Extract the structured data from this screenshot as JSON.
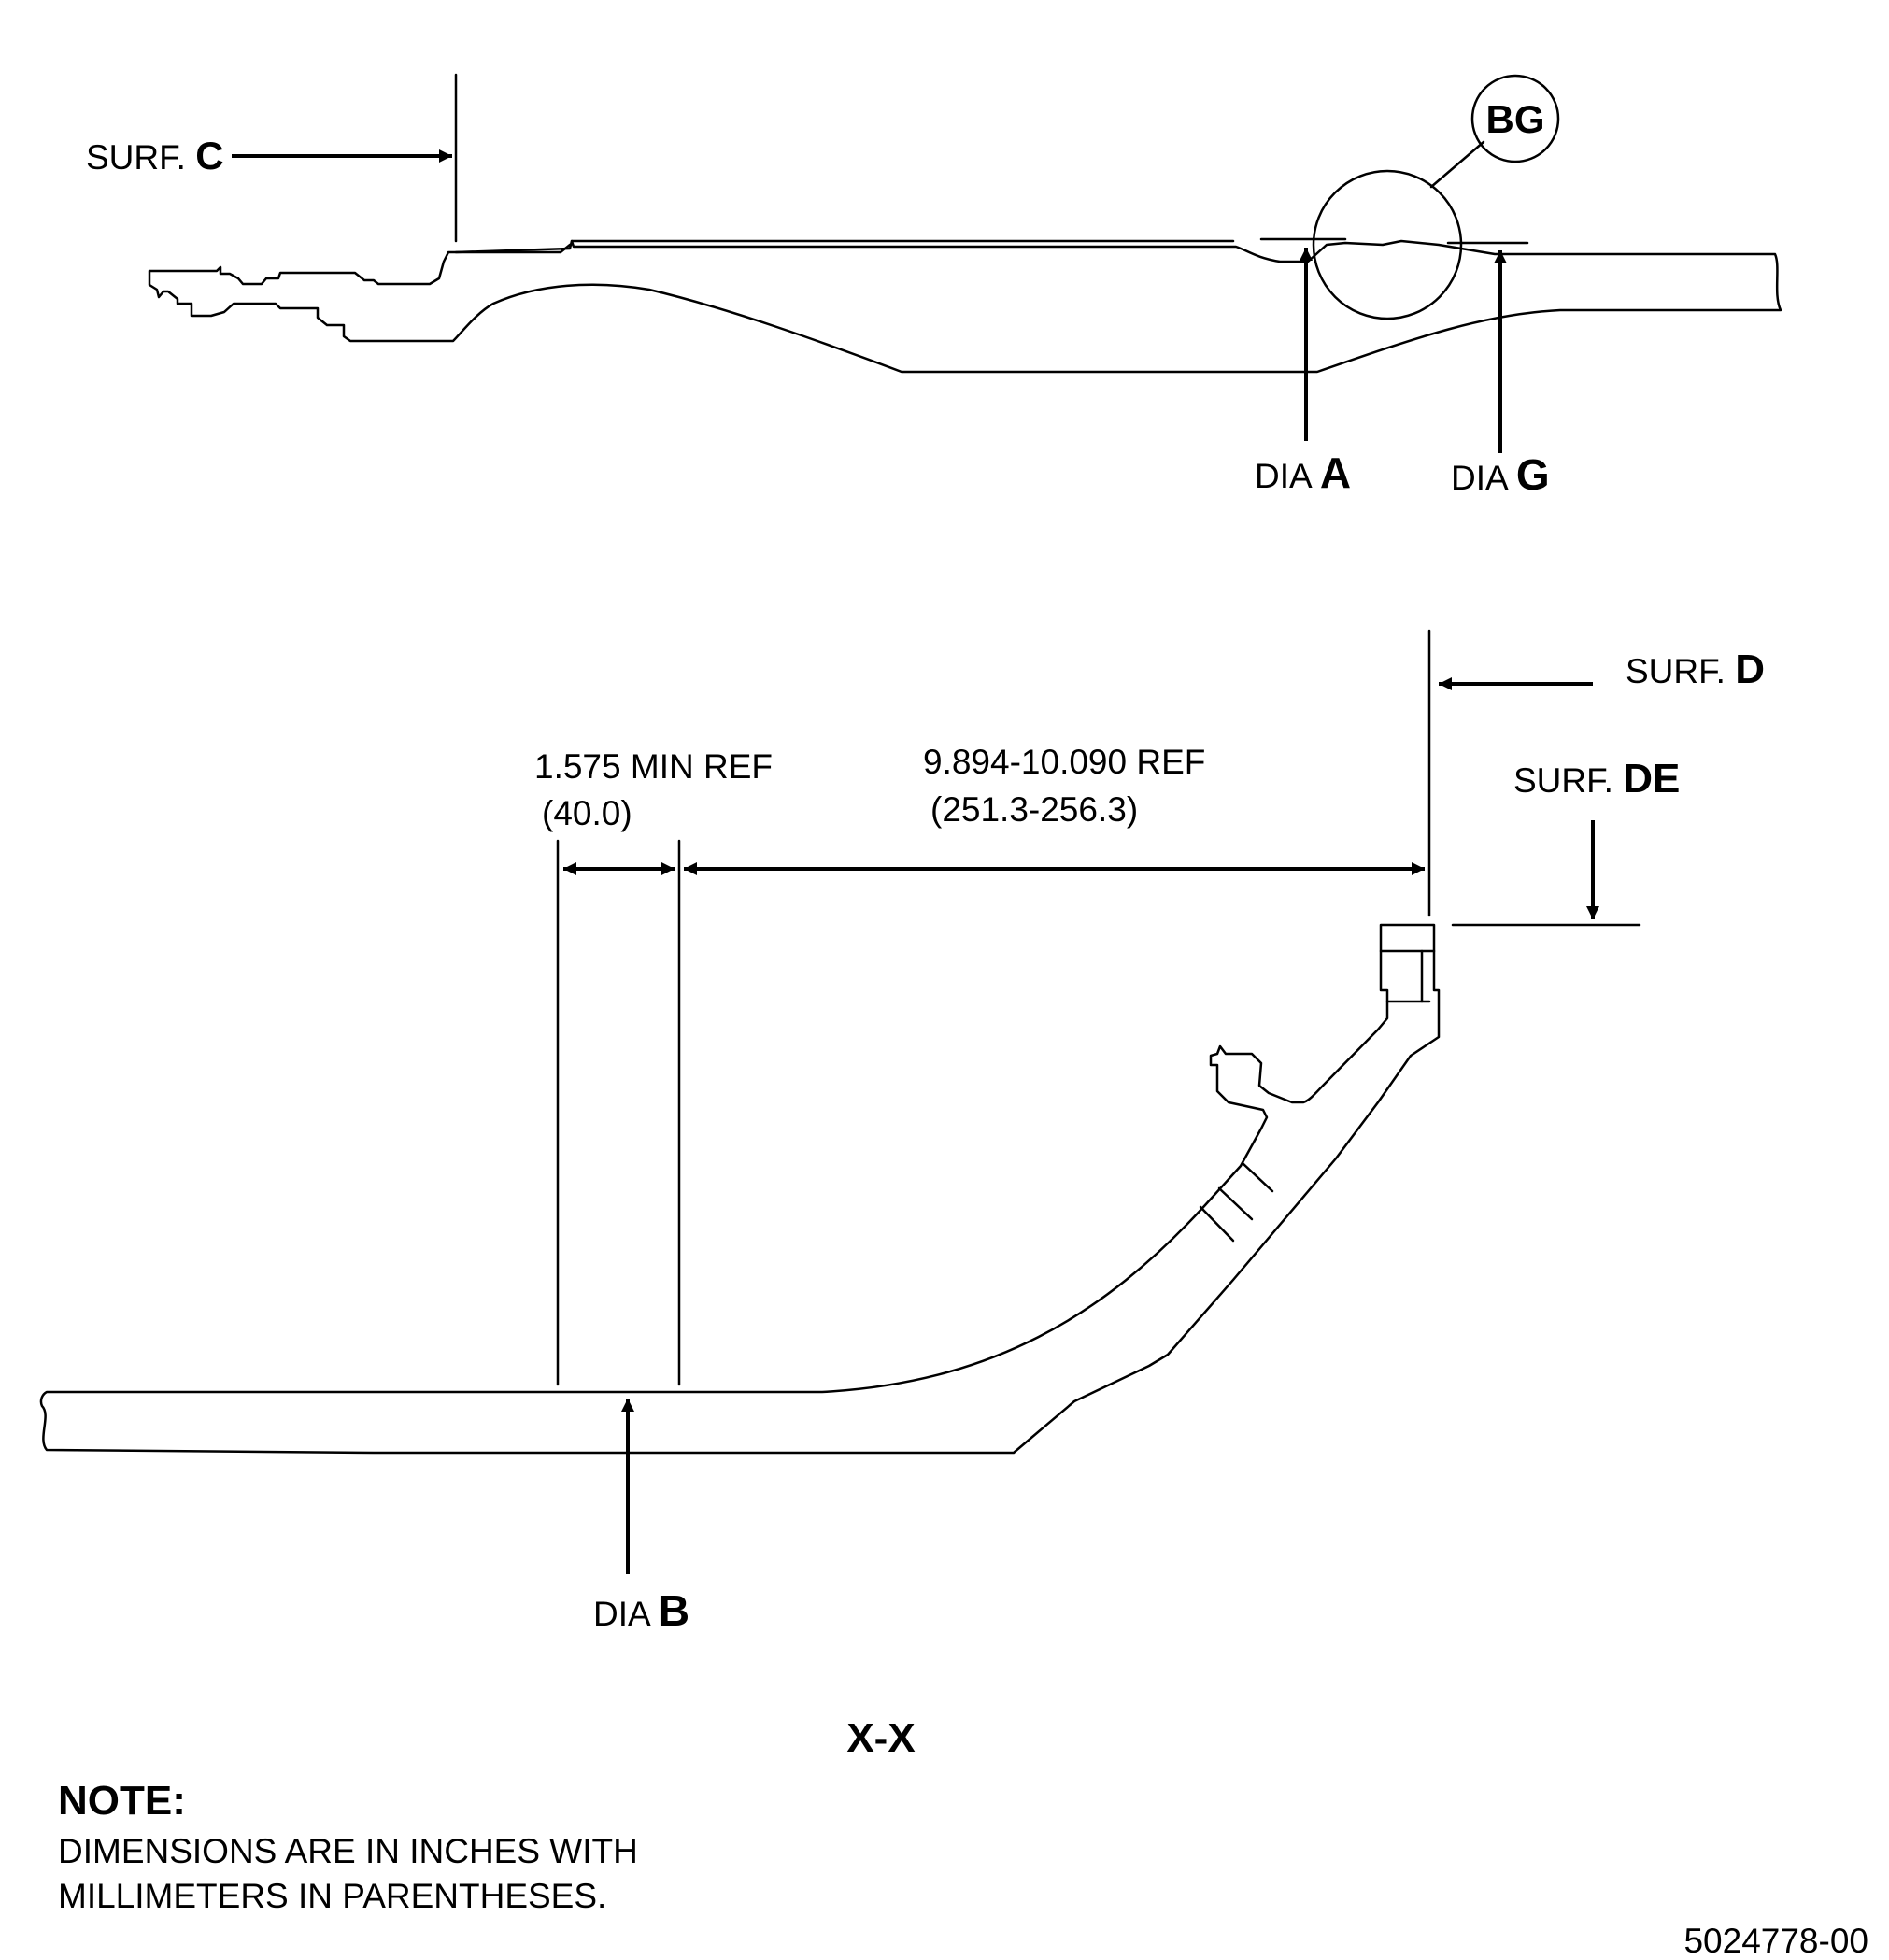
{
  "labels": {
    "surf_c_prefix": "SURF.",
    "surf_c_letter": "C",
    "detail_bubble": "BG",
    "dia_a_prefix": "DIA",
    "dia_a_letter": "A",
    "dia_g_prefix": "DIA",
    "dia_g_letter": "G",
    "surf_d_prefix": "SURF.",
    "surf_d_letter": "D",
    "surf_de_prefix": "SURF.",
    "surf_de_letter": "DE",
    "dim1_value": "1.575 MIN REF",
    "dim1_metric": "(40.0)",
    "dim2_value": "9.894-10.090 REF",
    "dim2_metric": "(251.3-256.3)",
    "dia_b_prefix": "DIA",
    "dia_b_letter": "B",
    "section_title": "X-X"
  },
  "note": {
    "heading": "NOTE:",
    "line1": "DIMENSIONS ARE IN INCHES WITH",
    "line2": "MILLIMETERS IN PARENTHESES."
  },
  "figure_id": "5024778-00"
}
